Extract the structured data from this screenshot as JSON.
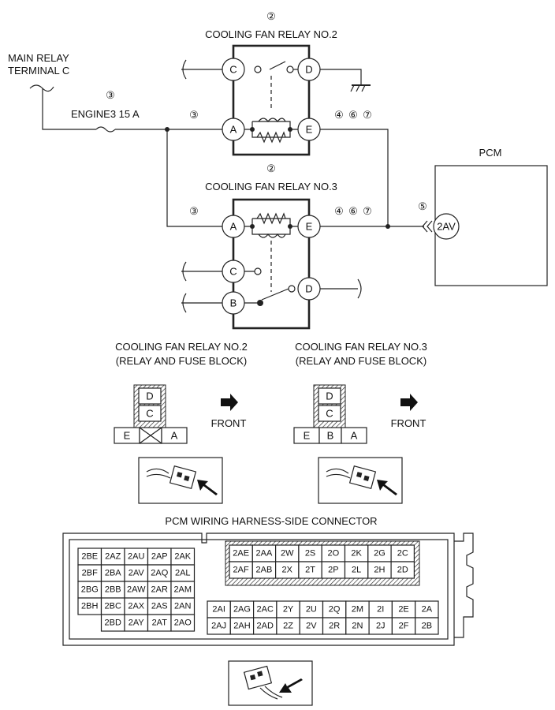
{
  "schematic": {
    "relay2_title": "COOLING FAN RELAY NO.2",
    "relay3_title": "COOLING FAN RELAY NO.3",
    "main_relay_line1": "MAIN RELAY",
    "main_relay_line2": "TERMINAL C",
    "fuse_label": "ENGINE3 15 A",
    "pcm_label": "PCM",
    "pcm_terminal": "2AV",
    "terminals": {
      "a": "A",
      "b": "B",
      "c": "C",
      "d": "D",
      "e": "E"
    },
    "circled_refs": {
      "r2": "②",
      "r3": "③",
      "r4": "④",
      "r5": "⑤",
      "r6": "⑥",
      "r7": "⑦"
    }
  },
  "connectors": {
    "relay2_line1": "COOLING FAN RELAY NO.2",
    "relay2_line2": "(RELAY AND FUSE BLOCK)",
    "relay3_line1": "COOLING FAN RELAY NO.3",
    "relay3_line2": "(RELAY AND FUSE BLOCK)",
    "front_label": "FRONT"
  },
  "pcm_connector": {
    "title": "PCM WIRING HARNESS-SIDE CONNECTOR",
    "left_rows": [
      [
        "2BE",
        "2AZ",
        "2AU",
        "2AP",
        "2AK"
      ],
      [
        "2BF",
        "2BA",
        "2AV",
        "2AQ",
        "2AL"
      ],
      [
        "2BG",
        "2BB",
        "2AW",
        "2AR",
        "2AM"
      ],
      [
        "2BH",
        "2BC",
        "2AX",
        "2AS",
        "2AN"
      ],
      [
        "",
        "2BD",
        "2AY",
        "2AT",
        "2AO"
      ]
    ],
    "top_right_rows": [
      [
        "2AE",
        "2AA",
        "2W",
        "2S",
        "2O",
        "2K",
        "2G",
        "2C"
      ],
      [
        "2AF",
        "2AB",
        "2X",
        "2T",
        "2P",
        "2L",
        "2H",
        "2D"
      ]
    ],
    "bottom_right_rows": [
      [
        "2AI",
        "2AG",
        "2AC",
        "2Y",
        "2U",
        "2Q",
        "2M",
        "2I",
        "2E",
        "2A"
      ],
      [
        "2AJ",
        "2AH",
        "2AD",
        "2Z",
        "2V",
        "2R",
        "2N",
        "2J",
        "2F",
        "2B"
      ]
    ]
  }
}
